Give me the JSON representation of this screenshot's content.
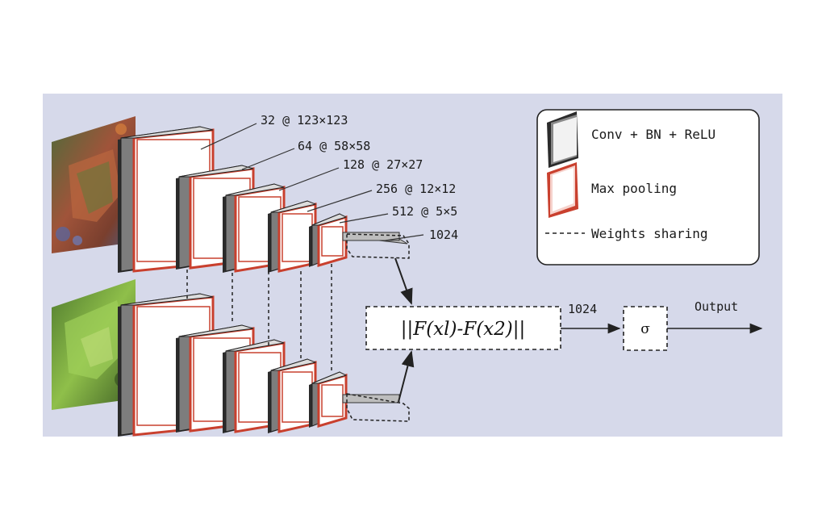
{
  "layers": [
    {
      "label": "32 @ 123×123"
    },
    {
      "label": "64 @ 58×58"
    },
    {
      "label": "128 @ 27×27"
    },
    {
      "label": "256 @ 12×12"
    },
    {
      "label": "512 @ 5×5"
    }
  ],
  "fc_label": "1024",
  "distance_formula": "||F(xl)-F(x2)||",
  "distance_out_label": "1024",
  "sigma": "σ",
  "output_label": "Output",
  "legend": {
    "conv": "Conv + BN + ReLU",
    "pool": "Max pooling",
    "share": "Weights sharing"
  },
  "colors": {
    "panel_bg": "#d6d9ea",
    "pool_red": "#c9402e",
    "conv_grey": "#7d7d7d",
    "conv_dark": "#2b2b2b"
  }
}
